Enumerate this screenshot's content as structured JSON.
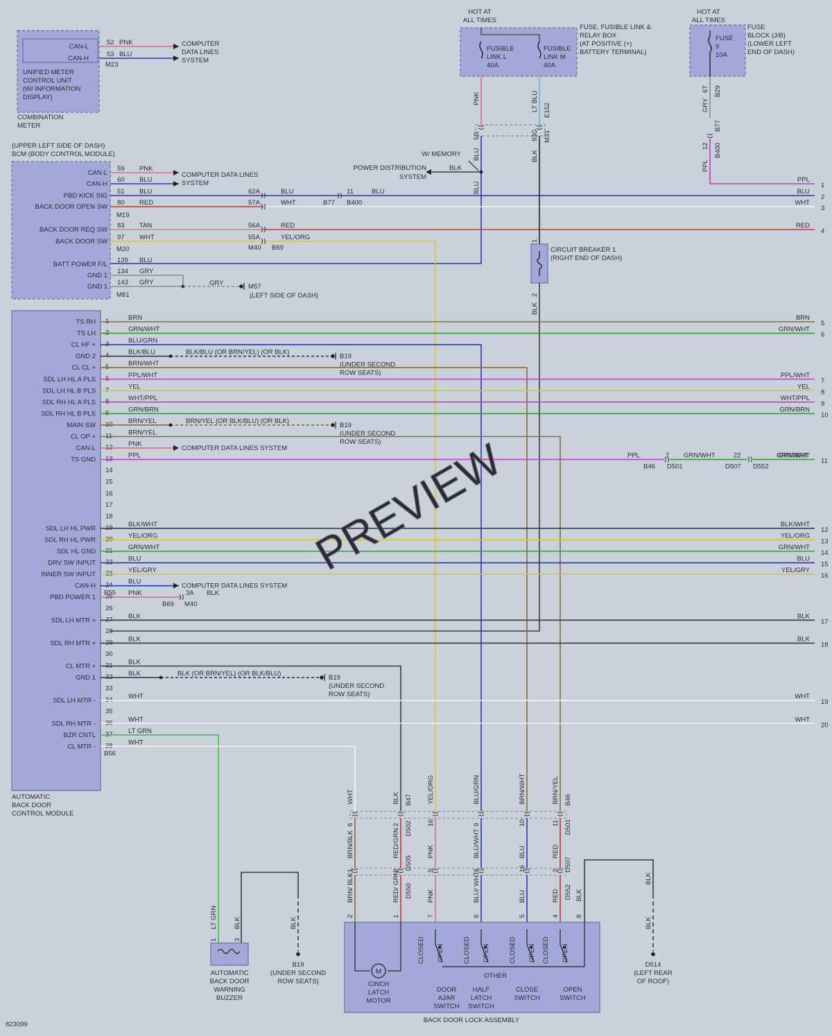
{
  "diagram_id": "823099",
  "watermark": "PREVIEW",
  "hot": "HOT AT",
  "all_times": "ALL TIMES",
  "colors": {
    "page": "#c9d1da",
    "module_fill": "#a2a8d8",
    "module_stroke": "#6a6f9a",
    "wire_default": "#555555",
    "PNK": "#e06a8a",
    "BLU": "#2a33c0",
    "RED": "#d03030",
    "WHT": "#f2f2f2",
    "GRY": "#8a8a8a",
    "BLK": "#3a3a3a",
    "TAN": "#b89a6a",
    "YEL": "#d8c830",
    "PPL": "#c040c0",
    "BRN": "#8a6a3a",
    "GRN": "#3a9a3a",
    "LTGRN": "#40c040",
    "LTBLU": "#60b8d8",
    "ORG": "#e09030",
    "YELORG": "#d8b040",
    "YELGRY": "#c8c070"
  },
  "combination_meter": {
    "unit": [
      "UNIFIED METER",
      "CONTROL UNIT",
      "(W/ INFORMATION",
      "DISPLAY)"
    ],
    "meter": [
      "COMBINATION",
      "METER"
    ],
    "pins": [
      {
        "label": "CAN-L",
        "pin": "52",
        "wire": "PNK"
      },
      {
        "label": "CAN-H",
        "pin": "53",
        "wire": "BLU"
      }
    ],
    "connector": "M23",
    "target": [
      "COMPUTER",
      "DATA LINES",
      "SYSTEM"
    ]
  },
  "fuse_relay_box": {
    "label": [
      "FUSE, FUSIBLE LINK &",
      "RELAY BOX",
      "(AT POSITIVE (+)",
      "BATTERY TERMINAL)"
    ],
    "link_l": [
      "FUSIBLE",
      "LINK L",
      "40A"
    ],
    "link_m": [
      "FUSIBLE",
      "LINK M",
      "40A"
    ],
    "wire_l": {
      "color": "PNK",
      "pin": "5G"
    },
    "wire_m": {
      "color": "LT BLU",
      "connector": "E152",
      "pin": "93G",
      "pin_connector": "M31"
    }
  },
  "fuse_block": {
    "label": [
      "FUSE",
      "BLOCK (J/B)",
      "(LOWER LEFT",
      "END OF DASH)"
    ],
    "fuse": [
      "FUSE",
      "9",
      "10A"
    ],
    "wire_top": {
      "color": "GRY",
      "pin": "6T",
      "connector": "B29"
    },
    "wire_mid": {
      "pin": "12",
      "connector": "B77",
      "connector2": "B400"
    }
  },
  "bcm": {
    "title": [
      "(UPPER LEFT SIDE OF DASH)",
      "BCM (BODY CONTROL MODULE)"
    ],
    "pins": [
      {
        "label": "CAN-L",
        "pin": "59",
        "wire": "PNK"
      },
      {
        "label": "CAN-H",
        "pin": "60",
        "wire": "BLU"
      },
      {
        "label": "PBD KICK SIG",
        "pin": "51",
        "wire": "BLU"
      },
      {
        "label": "BACK DOOR OPEN SW",
        "pin": "80",
        "wire": "RED"
      },
      {
        "label": "BACK DOOR REQ SW",
        "pin": "83",
        "wire": "TAN"
      },
      {
        "label": "BACK DOOR SW",
        "pin": "97",
        "wire": "WHT"
      },
      {
        "label": "BATT POWER F/L",
        "pin": "139",
        "wire": "BLU"
      },
      {
        "label": "GND 1",
        "pin": "134",
        "wire": "GRY"
      },
      {
        "label": "GND 1",
        "pin": "143",
        "wire": "GRY"
      }
    ],
    "connectors": [
      "M19",
      "M20",
      "M81"
    ],
    "data_lines": [
      "COMPUTER DATA LINES",
      "SYSTEM"
    ],
    "power_dist": [
      "W/ MEMORY",
      "POWER DISTRIBUTION",
      "SYSTEM"
    ],
    "blk": "BLK",
    "joints": {
      "j62": "62A",
      "j57": "57A",
      "j56": "56A",
      "j55": "55A",
      "p11": "11",
      "b77": "B77",
      "b400": "B400",
      "m40": "M40",
      "b69": "B69"
    },
    "mid_wires": {
      "w62": "BLU",
      "w57": "WHT",
      "w56": "RED",
      "w55": "YEL/ORG",
      "blu11": "BLU",
      "gry": "GRY"
    },
    "ground": {
      "name": "M57",
      "loc": "(LEFT SIDE OF DASH)"
    }
  },
  "circuit_breaker": {
    "label": [
      "CIRCUIT BREAKER 1",
      "(RIGHT END OF DASH)"
    ],
    "pin1": "1",
    "pin2": "2",
    "wire": "BLK"
  },
  "abdcm": {
    "title": [
      "AUTOMATIC",
      "BACK DOOR",
      "CONTROL MODULE"
    ],
    "connectors": [
      "B55",
      "B56"
    ],
    "pins": [
      {
        "label": "TS RH",
        "pin": "1",
        "wire": "BRN"
      },
      {
        "label": "TS LH",
        "pin": "2",
        "wire": "GRN/WHT"
      },
      {
        "label": "CL HF +",
        "pin": "3",
        "wire": "BLU/GRN"
      },
      {
        "label": "GND 2",
        "pin": "4",
        "wire": "BLK/BLU"
      },
      {
        "label": "CL CL +",
        "pin": "5",
        "wire": "BRN/WHT"
      },
      {
        "label": "SDL LH HL A PLS",
        "pin": "6",
        "wire": "PPL/WHT"
      },
      {
        "label": "SDL LH HL B PLS",
        "pin": "7",
        "wire": "YEL"
      },
      {
        "label": "SDL RH HL A PLS",
        "pin": "8",
        "wire": "WHT/PPL"
      },
      {
        "label": "SDL RH HL B PLS",
        "pin": "9",
        "wire": "GRN/BRN"
      },
      {
        "label": "MAIN SW",
        "pin": "10",
        "wire": "BRN/YEL"
      },
      {
        "label": "CL OP +",
        "pin": "11",
        "wire": "BRN/YEL"
      },
      {
        "label": "CAN-L",
        "pin": "12",
        "wire": "PNK"
      },
      {
        "label": "TS GND",
        "pin": "13",
        "wire": "PPL"
      },
      {
        "label": "",
        "pin": "14",
        "wire": ""
      },
      {
        "label": "",
        "pin": "15",
        "wire": ""
      },
      {
        "label": "",
        "pin": "16",
        "wire": ""
      },
      {
        "label": "",
        "pin": "17",
        "wire": ""
      },
      {
        "label": "",
        "pin": "18",
        "wire": ""
      },
      {
        "label": "SDL LH HL PWR",
        "pin": "19",
        "wire": "BLK/WHT"
      },
      {
        "label": "SDL RH HL PWR",
        "pin": "20",
        "wire": "YEL/ORG"
      },
      {
        "label": "SDL HL GND",
        "pin": "21",
        "wire": "GRN/WHT"
      },
      {
        "label": "DRV SW INPUT",
        "pin": "22",
        "wire": "BLU"
      },
      {
        "label": "INNER SW INPUT",
        "pin": "23",
        "wire": "YEL/GRY"
      },
      {
        "label": "CAN-H",
        "pin": "24",
        "wire": "BLU"
      },
      {
        "label": "PBD POWER 1",
        "pin": "25",
        "wire": "PNK"
      },
      {
        "label": "",
        "pin": "26",
        "wire": ""
      },
      {
        "label": "SDL LH MTR +",
        "pin": "27",
        "wire": "BLK"
      },
      {
        "label": "",
        "pin": "28",
        "wire": ""
      },
      {
        "label": "SDL RH MTR +",
        "pin": "29",
        "wire": "BLK"
      },
      {
        "label": "",
        "pin": "30",
        "wire": ""
      },
      {
        "label": "CL MTR +",
        "pin": "31",
        "wire": "BLK"
      },
      {
        "label": "GND 1",
        "pin": "32",
        "wire": "BLK"
      },
      {
        "label": "",
        "pin": "33",
        "wire": ""
      },
      {
        "label": "SDL LH MTR -",
        "pin": "34",
        "wire": "WHT"
      },
      {
        "label": "",
        "pin": "35",
        "wire": ""
      },
      {
        "label": "SDL RH MTR -",
        "pin": "36",
        "wire": "WHT"
      },
      {
        "label": "BZR CNTL",
        "pin": "37",
        "wire": "LT GRN"
      },
      {
        "label": "CL MTR -",
        "pin": "38",
        "wire": "WHT"
      }
    ],
    "data_lines": "COMPUTER DATA LINES SYSTEM",
    "pbd_joint": {
      "pin": "3A",
      "wire": "BLK",
      "c1": "B69",
      "c2": "M40"
    },
    "ground_alts": {
      "g4": [
        "BLK/BLU",
        "(OR BRN/YEL)",
        "(OR BLK)"
      ],
      "g10": [
        "BRN/YEL",
        "(OR BLK/BLU)",
        "(OR BLK)"
      ],
      "g32": [
        "BLK",
        "(OR BRN/YEL)",
        "(OR BLK/BLU)"
      ]
    },
    "ground_b19": [
      "B19",
      "(UNDER SECOND",
      "ROW SEATS)"
    ],
    "ts_gnd_chain": {
      "ppl": "PPL",
      "p7": "7",
      "grnwht": "GRN/WHT",
      "p22": "22",
      "grnwht2": "GRN/WHT",
      "c1": "B46",
      "c2": "D501",
      "c3": "D507",
      "c4": "D552"
    }
  },
  "right_edge": [
    {
      "n": "1",
      "wire": "PPL"
    },
    {
      "n": "2",
      "wire": "BLU"
    },
    {
      "n": "3",
      "wire": "WHT"
    },
    {
      "n": "4",
      "wire": "RED"
    },
    {
      "n": "5",
      "wire": "BRN"
    },
    {
      "n": "6",
      "wire": "GRN/WHT"
    },
    {
      "n": "7",
      "wire": "PPL/WHT"
    },
    {
      "n": "8",
      "wire": "YEL"
    },
    {
      "n": "9",
      "wire": "WHT/PPL"
    },
    {
      "n": "10",
      "wire": "GRN/BRN"
    },
    {
      "n": "11",
      "wire": "GRN/WHT"
    },
    {
      "n": "12",
      "wire": "BLK/WHT"
    },
    {
      "n": "13",
      "wire": "YEL/ORG"
    },
    {
      "n": "14",
      "wire": "GRN/WHT"
    },
    {
      "n": "15",
      "wire": "BLU"
    },
    {
      "n": "16",
      "wire": "YEL/GRY"
    },
    {
      "n": "17",
      "wire": "BLK"
    },
    {
      "n": "18",
      "wire": "BLK"
    },
    {
      "n": "19",
      "wire": "WHT"
    },
    {
      "n": "20",
      "wire": "WHT"
    }
  ],
  "back_door_lock": {
    "title": "BACK DOOR LOCK ASSEMBLY",
    "motor": [
      "CINCH",
      "LATCH",
      "MOTOR"
    ],
    "switches": {
      "door_ajar": [
        "DOOR",
        "AJAR",
        "SWITCH"
      ],
      "half_latch": [
        "HALF",
        "LATCH",
        "SWITCH"
      ],
      "close": [
        "CLOSE",
        "SWITCH"
      ],
      "open": [
        "OPEN",
        "SWITCH"
      ]
    },
    "sw_states": {
      "closed": "CLOSED",
      "open": "OPEN",
      "other": "OTHER"
    },
    "verticals": [
      {
        "up": "WHT",
        "up_pin": "",
        "mid": "BRN/BLK",
        "mid_pin_top": "6",
        "mid_pin_bot": "1",
        "low": "BRN/ BLK",
        "bot_pin": "2"
      },
      {
        "up": "BLK",
        "up_pin": "B47",
        "mid": "RED/GRN",
        "mid_pin_top": "2",
        "mid_pin_bot": "2",
        "low": "RED/ GRN",
        "bot_pin": "1"
      },
      {
        "up": "YEL/ORG",
        "up_pin": "",
        "mid": "PNK",
        "mid_pin_top": "16",
        "mid_pin_bot": "5",
        "low": "PNK",
        "bot_pin": "7"
      },
      {
        "up": "BLU/GRN",
        "up_pin": "",
        "mid": "BLU/WHT",
        "mid_pin_top": "9",
        "mid_pin_bot": "4",
        "low": "BLU/ WHT",
        "bot_pin": "6"
      },
      {
        "up": "BRN/WHT",
        "up_pin": "",
        "mid": "BLU",
        "mid_pin_top": "10",
        "mid_pin_bot": "16",
        "low": "BLU",
        "bot_pin": "5"
      },
      {
        "up": "BRN/YEL",
        "up_pin": "B46",
        "mid": "RED",
        "mid_pin_top": "11",
        "mid_pin_bot": "2",
        "low": "RED",
        "bot_pin": "4"
      }
    ],
    "conn_labels": {
      "d502": "D502",
      "d505": "D505",
      "d550": "D550",
      "d501": "D501",
      "d507": "D507",
      "d552": "D552"
    },
    "pin8": {
      "pin": "8",
      "wire": "BLK"
    }
  },
  "buzzer": {
    "label": [
      "AUTOMATIC",
      "BACK DOOR",
      "WARNING",
      "BUZZER"
    ],
    "wires": [
      "LT GRN",
      "BLK"
    ],
    "pins": [
      "1",
      "3"
    ]
  },
  "buzzer_ground": {
    "wire": "BLK",
    "label": [
      "B19",
      "(UNDER SECOND",
      "ROW SEATS)"
    ]
  },
  "roof_ground": {
    "wire": "BLK",
    "label": [
      "D514",
      "(LEFT REAR",
      "OF ROOF)"
    ]
  }
}
